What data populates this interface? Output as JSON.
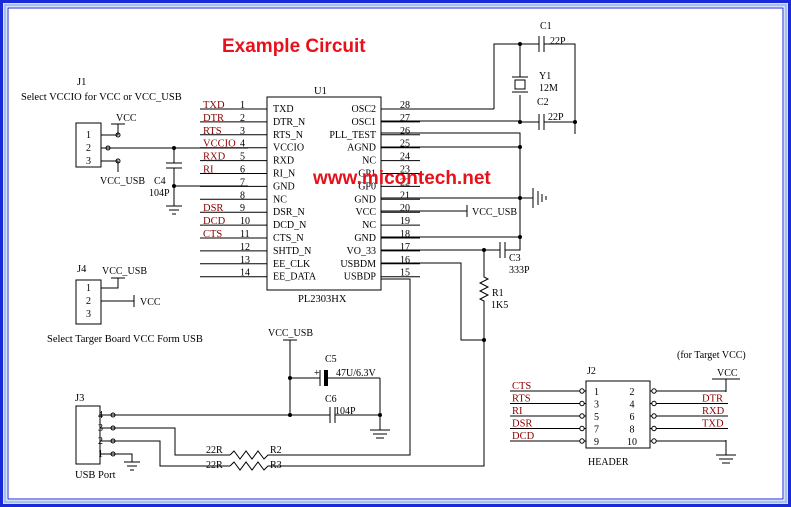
{
  "title": "Example Circuit",
  "website": "www.micontech.net",
  "colors": {
    "outer_border": "#1a2ad8",
    "inner_border": "#a8c0f0",
    "title": "#e8101a",
    "signal": "#8b0000"
  },
  "u1": {
    "ref": "U1",
    "part": "PL2303HX",
    "left_pins": [
      {
        "num": "1",
        "name": "TXD"
      },
      {
        "num": "2",
        "name": "DTR_N"
      },
      {
        "num": "3",
        "name": "RTS_N"
      },
      {
        "num": "4",
        "name": "VCCIO"
      },
      {
        "num": "5",
        "name": "RXD"
      },
      {
        "num": "6",
        "name": "RI_N"
      },
      {
        "num": "7",
        "name": "GND"
      },
      {
        "num": "8",
        "name": "NC"
      },
      {
        "num": "9",
        "name": "DSR_N"
      },
      {
        "num": "10",
        "name": "DCD_N"
      },
      {
        "num": "11",
        "name": "CTS_N"
      },
      {
        "num": "12",
        "name": "SHTD_N"
      },
      {
        "num": "13",
        "name": "EE_CLK"
      },
      {
        "num": "14",
        "name": "EE_DATA"
      }
    ],
    "right_pins": [
      {
        "num": "28",
        "name": "OSC2"
      },
      {
        "num": "27",
        "name": "OSC1"
      },
      {
        "num": "26",
        "name": "PLL_TEST"
      },
      {
        "num": "25",
        "name": "AGND"
      },
      {
        "num": "24",
        "name": "NC"
      },
      {
        "num": "23",
        "name": "GP1"
      },
      {
        "num": "22",
        "name": "GP0"
      },
      {
        "num": "21",
        "name": "GND"
      },
      {
        "num": "20",
        "name": "VCC"
      },
      {
        "num": "19",
        "name": "NC"
      },
      {
        "num": "18",
        "name": "GND"
      },
      {
        "num": "17",
        "name": "VO_33"
      },
      {
        "num": "16",
        "name": "USBDM"
      },
      {
        "num": "15",
        "name": "USBDP"
      }
    ],
    "left_signals": [
      "TXD",
      "DTR",
      "RTS",
      "VCCIO",
      "RXD",
      "RI",
      "",
      "",
      "DSR",
      "DCD",
      "CTS"
    ]
  },
  "j1": {
    "ref": "J1",
    "caption": "Select VCCIO for VCC or VCC_USB",
    "pins": [
      "1",
      "2",
      "3"
    ],
    "net_top": "VCC",
    "net_bottom": "VCC_USB"
  },
  "c4": {
    "ref": "C4",
    "value": "104P"
  },
  "j4": {
    "ref": "J4",
    "caption": "Select Targer Board VCC Form USB",
    "pins": [
      "1",
      "2",
      "3"
    ],
    "net_top": "VCC_USB",
    "net_mid": "VCC"
  },
  "j3": {
    "ref": "J3",
    "caption": "USB Port",
    "pins": [
      "4",
      "3",
      "2",
      "1"
    ]
  },
  "c5": {
    "ref": "C5",
    "value": "47U/6.3V"
  },
  "c6": {
    "ref": "C6",
    "value": "104P"
  },
  "vcc_usb_net": "VCC_USB",
  "vcc_usb_right": "VCC_USB",
  "r2": {
    "ref": "R2",
    "value": "22R"
  },
  "r3": {
    "ref": "R3",
    "value": "22R"
  },
  "r1": {
    "ref": "R1",
    "value": "1K5"
  },
  "c1": {
    "ref": "C1",
    "value": "22P"
  },
  "c2": {
    "ref": "C2",
    "value": "22P"
  },
  "y1": {
    "ref": "Y1",
    "value": "12M"
  },
  "c3": {
    "ref": "C3",
    "value": "333P"
  },
  "j2": {
    "ref": "J2",
    "caption": "HEADER",
    "note": "(for Target VCC)",
    "vcc": "VCC",
    "left": [
      {
        "sig": "CTS",
        "pin": "1"
      },
      {
        "sig": "RTS",
        "pin": "3"
      },
      {
        "sig": "RI",
        "pin": "5"
      },
      {
        "sig": "DSR",
        "pin": "7"
      },
      {
        "sig": "DCD",
        "pin": "9"
      }
    ],
    "right": [
      {
        "pin": "2",
        "sig": ""
      },
      {
        "pin": "4",
        "sig": "DTR"
      },
      {
        "pin": "6",
        "sig": "RXD"
      },
      {
        "pin": "8",
        "sig": "TXD"
      },
      {
        "pin": "10",
        "sig": ""
      }
    ]
  }
}
